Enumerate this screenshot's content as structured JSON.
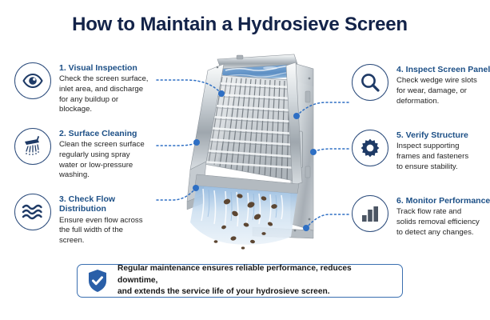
{
  "header": {
    "title": "How to Maintain a Hydrosieve Screen"
  },
  "colors": {
    "title": "#132349",
    "step_title": "#1c4f86",
    "body_text": "#242424",
    "icon_navy": "#1e3a66",
    "icon_ring": "#2c4c7c",
    "connector_blue": "#2e6fc4",
    "banner_border": "#3a6fb0",
    "banner_shield": "#2a5fa8",
    "chart_icon_gray": "#4b5563",
    "steel_light": "#e6e9ec",
    "steel_mid": "#b9c0c6",
    "steel_dark": "#8a9199",
    "water_blue": "#6f9fd0",
    "solids_brown": "#5c4632"
  },
  "steps": [
    {
      "number": "1",
      "title": "1. Visual Inspection",
      "body": "Check the screen surface,\ninlet area, and discharge\nfor any buildup or\nblockage.",
      "icon": "eye-icon",
      "side": "left"
    },
    {
      "number": "2",
      "title": "2. Surface Cleaning",
      "body": "Clean the screen surface\nregularly using spray\nwater or low-pressure\nwashing.",
      "icon": "shower-icon",
      "side": "left"
    },
    {
      "number": "3",
      "title": "3. Check Flow\nDistribution",
      "body": "Ensure even flow across\nthe full width of the\nscreen.",
      "icon": "waves-icon",
      "side": "left"
    },
    {
      "number": "4",
      "title": "4. Inspect Screen Panel",
      "body": "Check wedge wire slots\nfor wear, damage, or\ndeformation.",
      "icon": "magnifier-icon",
      "side": "right"
    },
    {
      "number": "5",
      "title": "5. Verify Structure",
      "body": "Inspect supporting\nframes and fasteners\nto ensure stability.",
      "icon": "gear-icon",
      "side": "right"
    },
    {
      "number": "6",
      "title": "6. Monitor Performance",
      "body": "Track flow rate and\nsolids removal efficiency\nto detect any changes.",
      "icon": "bar-chart-icon",
      "side": "right"
    }
  ],
  "illustration": {
    "name": "hydrosieve-screen-illustration",
    "description": "Inclined stainless steel wedge wire hydrosieve screen with water inlet weir at top and water with solids discharging at the bottom"
  },
  "footer": {
    "icon": "shield-check-icon",
    "text": "Regular maintenance ensures reliable performance, reduces downtime,\nand extends the service life of your hydrosieve screen."
  }
}
